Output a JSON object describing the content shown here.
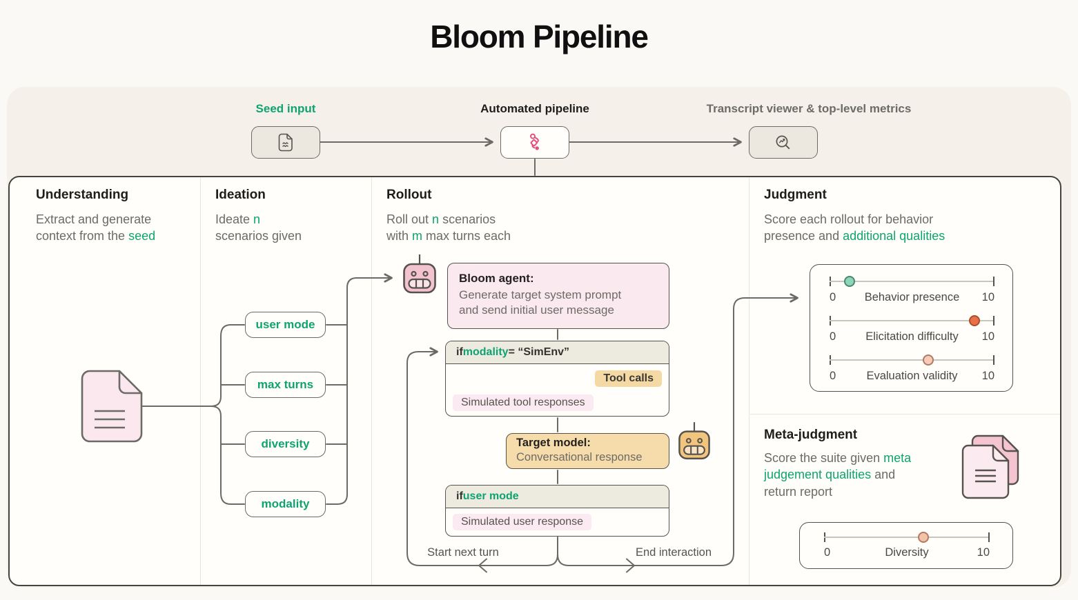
{
  "title": "Bloom Pipeline",
  "colors": {
    "accent_green": "#0ea371",
    "accent_magenta": "#e34f80"
  },
  "top_flow": {
    "seed_label": "Seed input",
    "pipeline_label": "Automated pipeline",
    "transcript_label": "Transcript viewer & top-level metrics"
  },
  "understanding": {
    "title": "Understanding",
    "line1": "Extract and generate",
    "line2_pre": "context from the ",
    "line2_hl": "seed"
  },
  "ideation": {
    "title": "Ideation",
    "line1_pre": "Ideate ",
    "line1_hl": "n",
    "line2": "scenarios given",
    "pills": [
      "user mode",
      "max turns",
      "diversity",
      "modality"
    ]
  },
  "rollout": {
    "title": "Rollout",
    "line1_pre": "Roll out ",
    "line1_hl": "n",
    "line1_post": " scenarios",
    "line2_pre": "with ",
    "line2_hl": "m",
    "line2_post": " max turns each",
    "bloom_agent": {
      "title": "Bloom agent:",
      "desc_line1": "Generate target system prompt",
      "desc_line2": "and send initial user message"
    },
    "if_modality": {
      "if_label": "if ",
      "keyword": "modality",
      "condition": " = “SimEnv”",
      "tool_calls_chip": "Tool calls",
      "sim_tool_chip": "Simulated tool responses"
    },
    "target_model": {
      "title": "Target model:",
      "desc": "Conversational response"
    },
    "if_user_mode": {
      "if_label": "if ",
      "keyword": "user mode",
      "sim_user_chip": "Simulated user response"
    },
    "start_next_turn": "Start next turn",
    "end_interaction": "End interaction"
  },
  "judgment": {
    "title": "Judgment",
    "line1": "Score each rollout for behavior",
    "line2_pre": "presence and ",
    "line2_hl": "additional qualities",
    "sliders": [
      {
        "label": "Behavior presence",
        "min": "0",
        "max": "10",
        "value": 1.2,
        "color": "#8dd6b9",
        "border": "#4d8670"
      },
      {
        "label": "Elicitation difficulty",
        "min": "0",
        "max": "10",
        "value": 8.8,
        "color": "#e9714a",
        "border": "#a84e2d"
      },
      {
        "label": "Evaluation validity",
        "min": "0",
        "max": "10",
        "value": 6,
        "color": "#f7cbb8",
        "border": "#af7a61"
      }
    ]
  },
  "meta_judgment": {
    "title": "Meta-judgment",
    "line1_pre": "Score the suite given ",
    "line1_hl": "meta",
    "line2_hl": "judgement qualities",
    "line2_post": " and",
    "line3": "return report",
    "slider": {
      "label": "Diversity",
      "min": "0",
      "max": "10",
      "value": 6,
      "color": "#f3c3a9",
      "border": "#af7a61"
    }
  }
}
